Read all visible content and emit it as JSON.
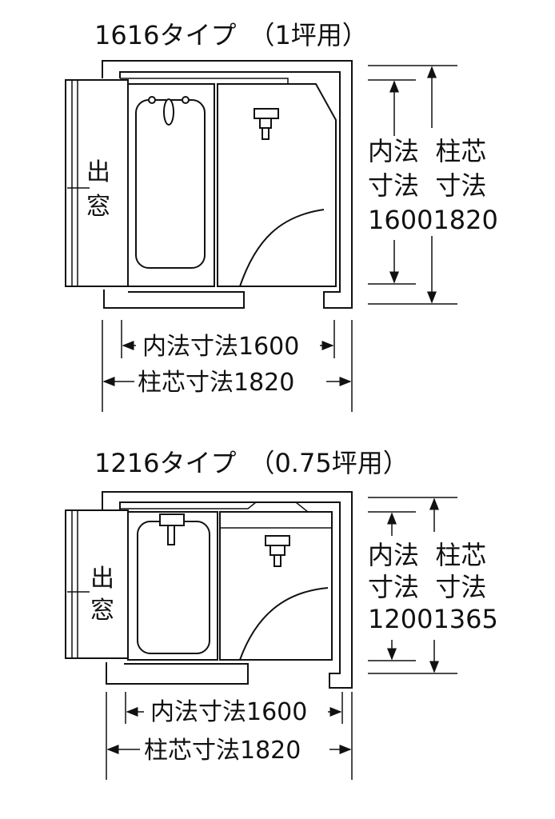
{
  "plans": [
    {
      "title": "1616タイプ　（1坪用）",
      "window_label": [
        "出",
        "窓"
      ],
      "right_labels": {
        "row1": "内法  柱芯",
        "row2": "寸法  寸法",
        "row3": "16001820"
      },
      "inner_dimension": "内法寸法1600",
      "pillar_dimension": "柱芯寸法1820"
    },
    {
      "title": "1216タイプ　（0.75坪用）",
      "window_label": [
        "出",
        "窓"
      ],
      "right_labels": {
        "row1": "内法  柱芯",
        "row2": "寸法  寸法",
        "row3": "12001365"
      },
      "inner_dimension": "内法寸法1600",
      "pillar_dimension": "柱芯寸法1820"
    }
  ]
}
